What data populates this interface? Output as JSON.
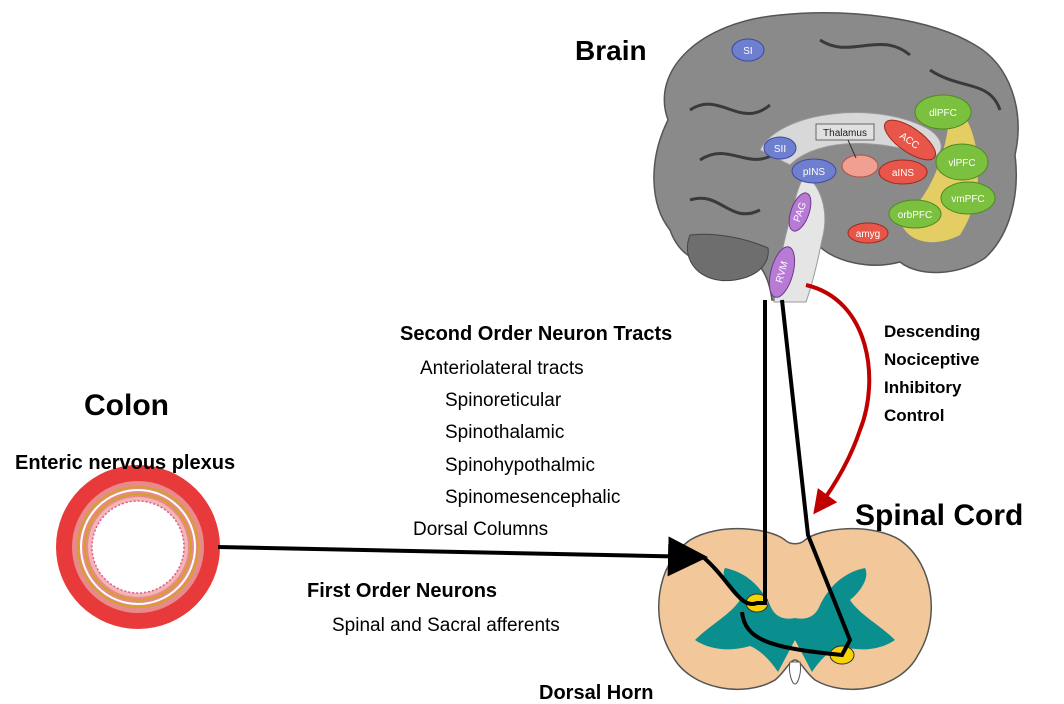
{
  "titles": {
    "brain": "Brain",
    "colon": "Colon",
    "enteric": "Enteric nervous plexus",
    "spinal_cord": "Spinal Cord",
    "dorsal_horn": "Dorsal Horn"
  },
  "second_order": {
    "heading": "Second Order Neuron Tracts",
    "anterolateral": "Anteriolateral tracts",
    "tracts": [
      "Spinoreticular",
      "Spinothalamic",
      "Spinohypothalmic",
      "Spinomesencephalic"
    ],
    "dorsal_columns": "Dorsal Columns"
  },
  "first_order": {
    "heading": "First Order Neurons",
    "sub": "Spinal and Sacral afferents"
  },
  "descending": [
    "Descending",
    "Nociceptive",
    "Inhibitory",
    "Control"
  ],
  "brain_regions": {
    "si": "SI",
    "sii": "SII",
    "pins": "pINS",
    "thalamus": "Thalamus",
    "ains": "aINS",
    "acc": "ACC",
    "dlpfc": "dlPFC",
    "vlpfc": "vlPFC",
    "vmpfc": "vmPFC",
    "orbpfc": "orbPFC",
    "amyg": "amyg",
    "pag": "PAG",
    "rvm": "RVM"
  },
  "colors": {
    "blue_region": "#6f7fd0",
    "red_region": "#e8564a",
    "green_region": "#7cc040",
    "purple_region": "#b77bd6",
    "descending_arrow": "#c00000",
    "spinal_tissue": "#f2c89a",
    "grey_matter": "#0b8e8e",
    "ganglion": "#f5d400",
    "colon_outer": "#e83a3a"
  }
}
